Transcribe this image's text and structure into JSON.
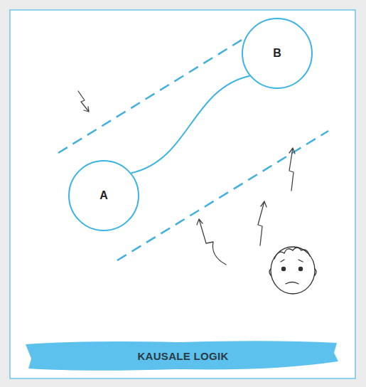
{
  "diagram": {
    "title": "KAUSALE LOGIK",
    "nodes": [
      {
        "text": [
          "A"
        ]
      },
      {
        "text": [
          "B"
        ]
      }
    ],
    "edges": [
      {
        "from": 0,
        "to": 1,
        "arrow": "none"
      }
    ]
  }
}
